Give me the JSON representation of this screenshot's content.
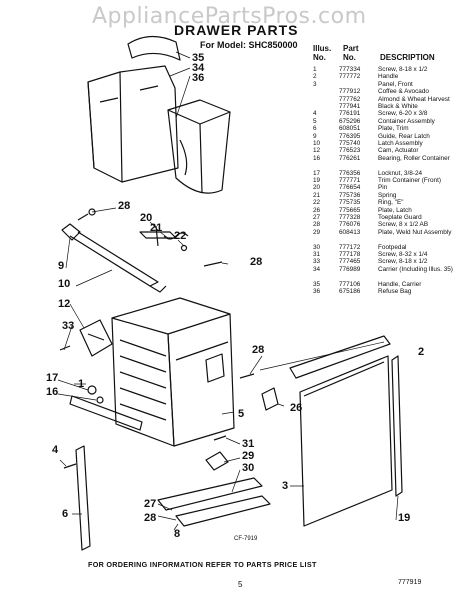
{
  "watermark": "AppliancePartsPros.com",
  "title": "DRAWER PARTS",
  "model_line": "For Model: SHC850000",
  "table_headers": {
    "illus": "Illus.\nNo.",
    "part": "Part\nNo.",
    "desc": "DESCRIPTION"
  },
  "parts": [
    {
      "illus": "1",
      "part": "777334",
      "desc": "Screw, 8-18 x 1/2"
    },
    {
      "illus": "2",
      "part": "777772",
      "desc": "Handle"
    },
    {
      "illus": "3",
      "part": "",
      "desc": "Panel, Front"
    },
    {
      "illus": "",
      "part": "777912",
      "desc": "Coffee & Avocado"
    },
    {
      "illus": "",
      "part": "777762",
      "desc": "Almond & Wheat Harvest"
    },
    {
      "illus": "",
      "part": "777941",
      "desc": "Black & White"
    },
    {
      "illus": "4",
      "part": "776191",
      "desc": "Screw, 6-20 x 3/8"
    },
    {
      "illus": "5",
      "part": "675296",
      "desc": "Container Assembly"
    },
    {
      "illus": "6",
      "part": "608051",
      "desc": "Plate, Trim"
    },
    {
      "illus": "9",
      "part": "776395",
      "desc": "Guide, Rear Latch"
    },
    {
      "illus": "10",
      "part": "775740",
      "desc": "Latch Assembly"
    },
    {
      "illus": "12",
      "part": "776523",
      "desc": "Cam, Actuator"
    },
    {
      "illus": "16",
      "part": "776261",
      "desc": "Bearing, Roller Container"
    },
    {
      "illus": "17",
      "part": "776356",
      "desc": "Locknut, 3/8-24"
    },
    {
      "illus": "19",
      "part": "777771",
      "desc": "Trim Container (Front)"
    },
    {
      "illus": "20",
      "part": "776654",
      "desc": "Pin"
    },
    {
      "illus": "21",
      "part": "775736",
      "desc": "Spring"
    },
    {
      "illus": "22",
      "part": "775735",
      "desc": "Ring, \"E\""
    },
    {
      "illus": "26",
      "part": "775665",
      "desc": "Plate, Latch"
    },
    {
      "illus": "27",
      "part": "777328",
      "desc": "Toeplate Guard"
    },
    {
      "illus": "28",
      "part": "776076",
      "desc": "Screw, 8 x 1/2 AB"
    },
    {
      "illus": "29",
      "part": "608413",
      "desc": "Plate, Weld Nut Assembly"
    },
    {
      "illus": "30",
      "part": "777172",
      "desc": "Footpedal"
    },
    {
      "illus": "31",
      "part": "777178",
      "desc": "Screw, 8-32 x 1/4"
    },
    {
      "illus": "33",
      "part": "777465",
      "desc": "Screw, 8-18 x 1/2"
    },
    {
      "illus": "34",
      "part": "776989",
      "desc": "Carrier (Including Illus. 35)"
    },
    {
      "illus": "35",
      "part": "777106",
      "desc": "Handle, Carrier"
    },
    {
      "illus": "36",
      "part": "675186",
      "desc": "Refuse Bag"
    }
  ],
  "callouts": {
    "c35": "35",
    "c34": "34",
    "c36": "36",
    "c28a": "28",
    "c20": "20",
    "c21": "21",
    "c22": "22",
    "c28b": "28",
    "c9": "9",
    "c10": "10",
    "c12": "12",
    "c33": "33",
    "c17": "17",
    "c16": "16",
    "c28c": "28",
    "c2": "2",
    "c5": "5",
    "c26": "26",
    "c1": "1",
    "c4": "4",
    "c31": "31",
    "c29": "29",
    "c30": "30",
    "c3": "3",
    "c6": "6",
    "c27": "27",
    "c28d": "28",
    "c8": "8",
    "c19": "19"
  },
  "diagram_code": "CF-7919",
  "footer_text": "FOR ORDERING INFORMATION REFER TO PARTS PRICE LIST",
  "page_number": "5",
  "doc_number": "777919"
}
